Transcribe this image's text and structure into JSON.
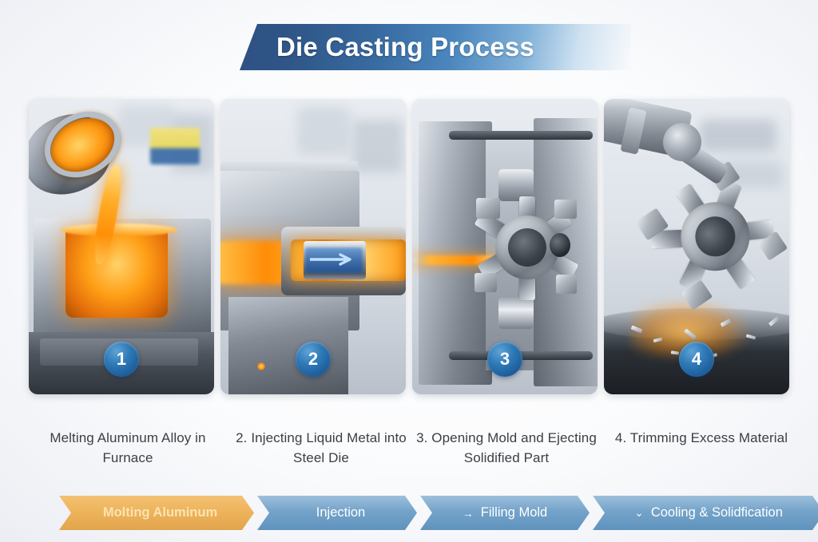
{
  "header": {
    "title": "Die Casting Process"
  },
  "panels": [
    {
      "badge": "1",
      "caption": "Melting Aluminum Alloy in Furnace",
      "scene": "ladle-pouring-molten-aluminum-into-steel-mold"
    },
    {
      "badge": "2",
      "caption": "2. Injecting Liquid Metal into Steel Die",
      "scene": "plunger-injecting-molten-metal-through-shot-sleeve"
    },
    {
      "badge": "3",
      "caption": "3. Opening Mold and Ejecting Solidified Part",
      "scene": "open-die-with-solidified-cast-part"
    },
    {
      "badge": "4",
      "caption": "4. Trimming Excess Material",
      "scene": "robot-arm-trimming-cast-part-with-chips"
    }
  ],
  "process_bar": {
    "steps": [
      {
        "label": "Molting Aluminum",
        "glyph": "",
        "color": "#eeb45c",
        "active": true
      },
      {
        "label": "Injection",
        "glyph": "",
        "color": "#74a3c9",
        "active": false
      },
      {
        "label": "Filling Mold",
        "glyph": "→",
        "color": "#74a3c9",
        "active": false
      },
      {
        "label": "Cooling & Solidfication",
        "glyph": "⌄",
        "color": "#74a3c9",
        "active": false
      }
    ]
  },
  "colors": {
    "banner_dark": "#2d5182",
    "banner_light": "#7fb0d8",
    "badge_blue": "#2f7ab8",
    "accent_orange": "#eeb45c",
    "molten": "#ff8c06",
    "caption_text": "#3b3f45",
    "background": "#e4e7ee"
  }
}
